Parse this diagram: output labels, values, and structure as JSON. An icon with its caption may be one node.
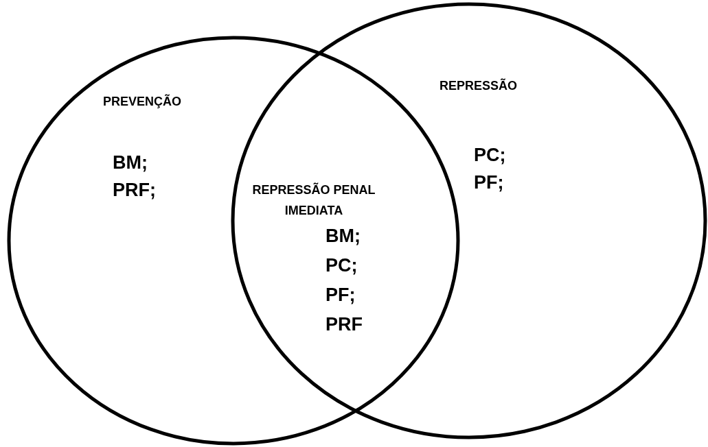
{
  "diagram": {
    "nodes": [
      {
        "text": [
          "PREVENÇÃO",
          "BM;",
          "PRF;"
        ]
      },
      {
        "text": [
          "REPRESSÃO",
          "PC;",
          "PF;"
        ]
      }
    ],
    "labels": [
      "REPRESSÃO PENAL IMEDIATA",
      "BM;",
      "PC;",
      "PF;",
      "PRF"
    ]
  }
}
